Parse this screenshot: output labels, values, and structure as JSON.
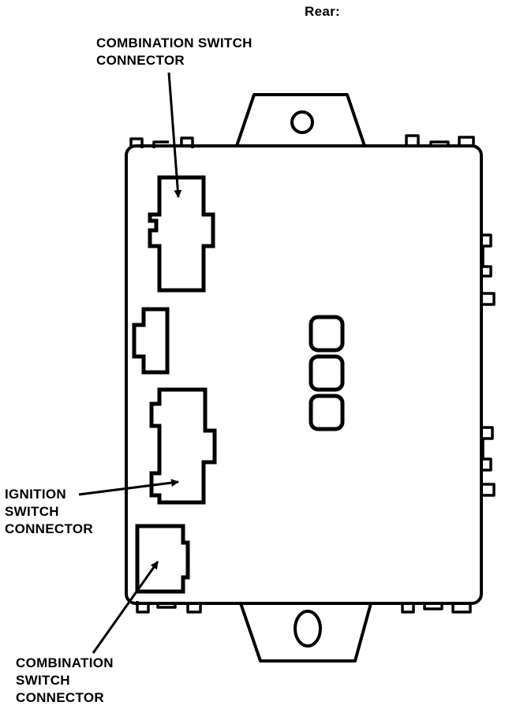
{
  "header": {
    "view_label": "Rear:"
  },
  "labels": {
    "top_combination": [
      "COMBINATION SWITCH",
      "CONNECTOR"
    ],
    "ignition": [
      "IGNITION",
      "SWITCH",
      "CONNECTOR"
    ],
    "bottom_combination": [
      "COMBINATION",
      "SWITCH",
      "CONNECTOR"
    ]
  },
  "colors": {
    "ink": "#000000",
    "paper": "#ffffff"
  }
}
